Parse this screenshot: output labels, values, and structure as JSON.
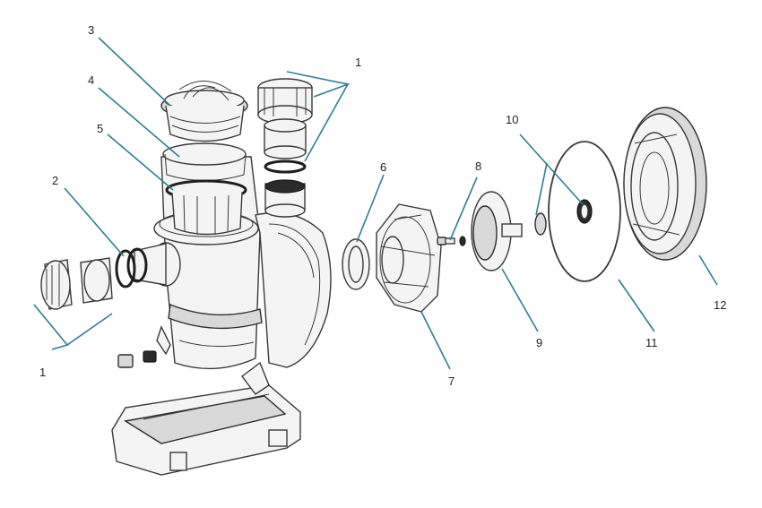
{
  "diagram": {
    "callouts": [
      {
        "id": "c1a",
        "label": "1"
      },
      {
        "id": "c1b",
        "label": "1"
      },
      {
        "id": "c2",
        "label": "2"
      },
      {
        "id": "c3",
        "label": "3"
      },
      {
        "id": "c4",
        "label": "4"
      },
      {
        "id": "c5",
        "label": "5"
      },
      {
        "id": "c6",
        "label": "6"
      },
      {
        "id": "c7",
        "label": "7"
      },
      {
        "id": "c8",
        "label": "8"
      },
      {
        "id": "c9",
        "label": "9"
      },
      {
        "id": "c10",
        "label": "10"
      },
      {
        "id": "c11",
        "label": "11"
      },
      {
        "id": "c12",
        "label": "12"
      }
    ]
  }
}
